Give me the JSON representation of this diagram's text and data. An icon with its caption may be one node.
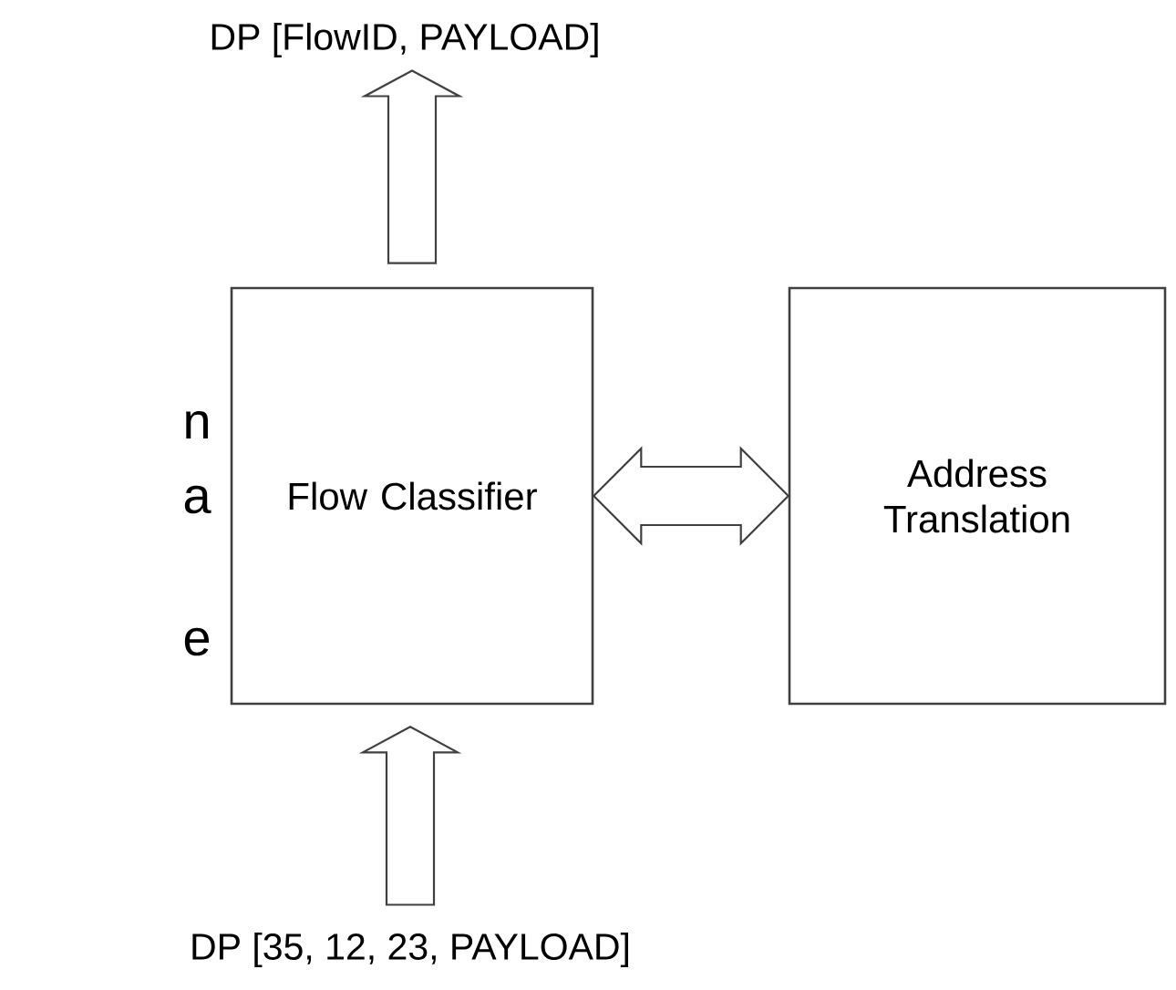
{
  "diagram": {
    "nodes": [
      {
        "text": [
          "DP [FlowID, PAYLOAD]"
        ]
      },
      {
        "text": [
          "Flow Classifier"
        ]
      },
      {
        "text": [
          "Address Translation"
        ]
      },
      {
        "text": [
          "DP [35, 12, 23, PAYLOAD]"
        ]
      }
    ],
    "edges": [
      {
        "from": 3,
        "to": 1,
        "arrow": "to"
      },
      {
        "from": 1,
        "to": 0,
        "arrow": "to"
      },
      {
        "from": 1,
        "to": 2,
        "arrow": "both"
      }
    ],
    "labels": [
      "n",
      "a",
      "e"
    ]
  }
}
